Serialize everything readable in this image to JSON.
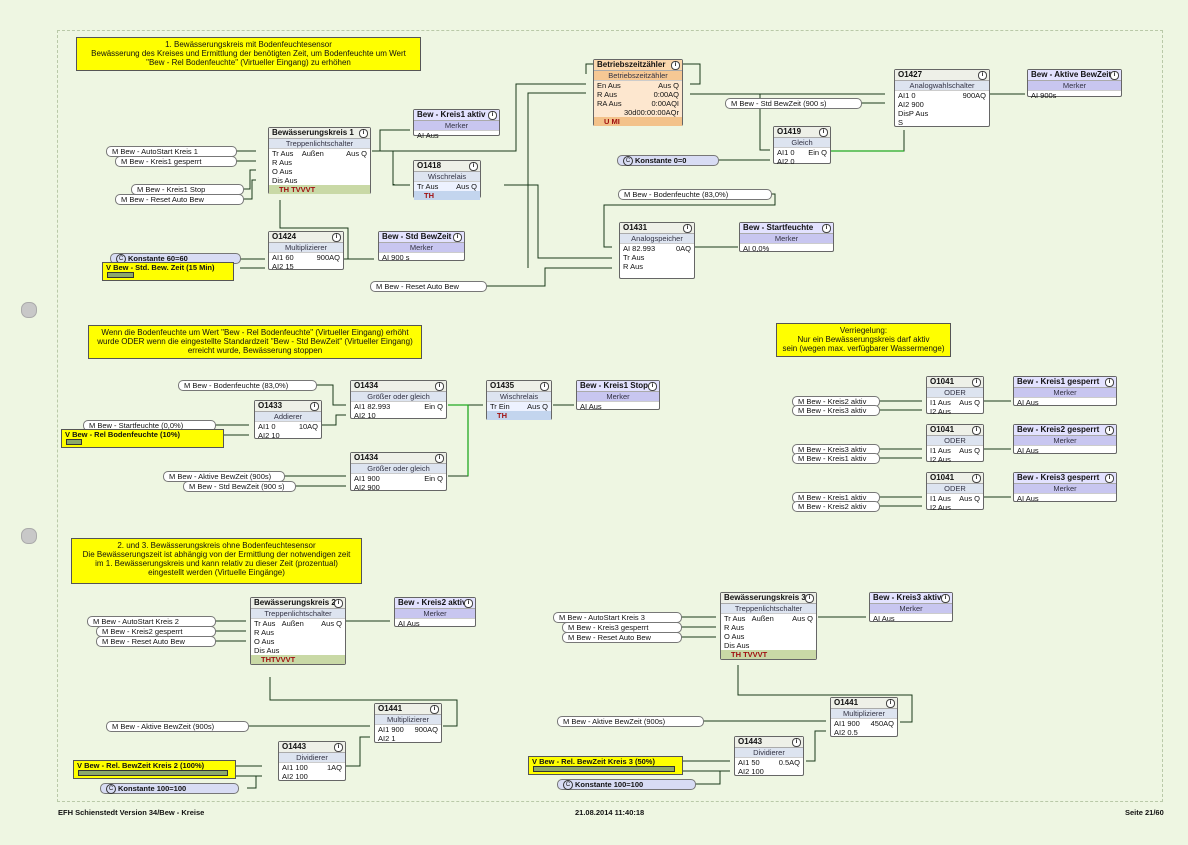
{
  "notes": {
    "n1": {
      "title": "1. Bewässerungskreis mit Bodenfeuchtesensor",
      "l2": "Bewässerung des Kreises und Ermittlung der benötigten Zeit, um Bodenfeuchte um Wert",
      "l3": "\"Bew - Rel Bodenfeuchte\" (Virtueller Eingang) zu erhöhen"
    },
    "n2": {
      "l1": "Wenn die Bodenfeuchte um Wert \"Bew - Rel Bodenfeuchte\" (Virtueller Eingang) erhöht",
      "l2": "wurde ODER wenn die eingestellte Standardzeit \"Bew - Std BewZeit\" (Virtueller Eingang)",
      "l3": "erreicht wurde, Bewässerung stoppen"
    },
    "n3": {
      "l1": "Verriegelung:",
      "l2": "Nur ein Bewässerungskreis darf aktiv",
      "l3": "sein (wegen max. verfügbarer Wassermenge)"
    },
    "n4": {
      "title": "2. und 3. Bewässerungskreis ohne Bodenfeuchtesensor",
      "l2": "Die Bewässerungszeit ist abhängig von der Ermittlung der notwendigen zeit",
      "l3": "im 1. Bewässerungskreis und kann relativ zu dieser Zeit (prozentual)",
      "l4": "eingestellt werden (Virtuelle Eingänge)"
    }
  },
  "inputs": {
    "autostart1": "M  Bew - AutoStart Kreis 1",
    "kreis1gesperrt": "M  Bew - Kreis1 gesperrt",
    "kreis1stop": "M  Bew - Kreis1 Stop",
    "resetauto1": "M  Bew - Reset Auto Bew",
    "konst6060": "Konstante 60=60",
    "stdbewzeit15": "V  Bew - Std. Bew. Zeit (15 Min)",
    "stdbewzeit900a": "M  Bew - Std BewZeit (900 s)",
    "konst00": "Konstante 0=0",
    "bodenfeuchte1": "M  Bew - Bodenfeuchte (83,0%)",
    "resetauto2": "M  Bew - Reset Auto Bew",
    "bodenfeuchte2": "M  Bew - Bodenfeuchte (83,0%)",
    "startfeuchte": "M  Bew - Startfeuchte (0,0%)",
    "relbodenfeuchte": "V  Bew - Rel Bodenfeuchte (10%)",
    "aktivebewzeit1": "M  Bew - Aktive BewZeit (900s)",
    "stdbewzeit900b": "M  Bew - Std BewZeit (900 s)",
    "k2aktiv_a": "M  Bew - Kreis2 aktiv",
    "k3aktiv_a": "M  Bew - Kreis3 aktiv",
    "k3aktiv_b": "M  Bew - Kreis3 aktiv",
    "k1aktiv_b": "M  Bew - Kreis1 aktiv",
    "k1aktiv_c": "M  Bew - Kreis1 aktiv",
    "k2aktiv_c": "M  Bew - Kreis2 aktiv",
    "autostart2": "M  Bew - AutoStart Kreis 2",
    "kreis2gesperrt": "M  Bew - Kreis2 gesperrt",
    "resetauto3": "M  Bew - Reset Auto Bew",
    "aktivebewzeit2": "M  Bew - Aktive BewZeit (900s)",
    "relbewzeit2": "V  Bew - Rel. BewZeit Kreis 2 (100%)",
    "konst100a": "Konstante 100=100",
    "autostart3": "M  Bew - AutoStart Kreis 3",
    "kreis3gesperrt": "M  Bew - Kreis3 gesperrt",
    "resetauto4": "M  Bew - Reset Auto Bew",
    "aktivebewzeit3": "M  Bew - Aktive BewZeit (900s)",
    "relbewzeit3": "V  Bew - Rel. BewZeit Kreis 3 (50%)",
    "konst100b": "Konstante 100=100"
  },
  "blocks": {
    "bk1": {
      "title": "Bewässerungskreis 1",
      "sub": "Treppenlichtschalter",
      "r1": "Tr Aus",
      "r1m": "Außen",
      "r1o": "Aus Q",
      "r2": "R Aus",
      "r3": "O Aus",
      "r4": "Dis Aus",
      "ft": "TH TVVVT"
    },
    "k1aktiv": {
      "title": "Bew - Kreis1 aktiv",
      "sub": "Merker",
      "r1": "AI Aus"
    },
    "o1418": {
      "title": "O1418",
      "sub": "Wischrelais",
      "r1": "Tr Aus",
      "r1o": "Aus Q",
      "ft": "TH"
    },
    "bz": {
      "title": "Betriebszeitzähler",
      "sub": "Betriebszeitzähler",
      "r1": "En Aus",
      "r1o": "Aus Q",
      "r2": "R Aus",
      "r2o": "0:00AQ",
      "r3": "RA Aus",
      "r3o": "0:00AQI",
      "r4o": "30d00:00:00AQr",
      "ft": "U  MI"
    },
    "o1427": {
      "title": "O1427",
      "sub": "Analogwahlschalter",
      "r1": "AI1 0",
      "r1o": "900AQ",
      "r2": "AI2 900",
      "r3": "DisP Aus",
      "r4": "S"
    },
    "aktivbz": {
      "title": "Bew - Aktive BewZeit",
      "sub": "Merker",
      "r1": "AI 900s"
    },
    "o1419": {
      "title": "O1419",
      "sub": "Gleich",
      "r1": "AI1 0",
      "r1o": "Ein Q",
      "r2": "AI2 0"
    },
    "o1424": {
      "title": "O1424",
      "sub": "Multiplizierer",
      "r1": "AI1 60",
      "r1o": "900AQ",
      "r2": "AI2 15"
    },
    "stdbz": {
      "title": "Bew - Std BewZeit",
      "sub": "Merker",
      "r1": "AI 900 s"
    },
    "o1431": {
      "title": "O1431",
      "sub": "Analogspeicher",
      "r1": "AI 82.993",
      "r1o": "0AQ",
      "r2": "Tr Aus",
      "r3": "R Aus"
    },
    "startf": {
      "title": "Bew - Startfeuchte",
      "sub": "Merker",
      "r1": "AI 0,0%"
    },
    "o1434a": {
      "title": "O1434",
      "sub": "Größer oder gleich",
      "r1": "AI1 82.993",
      "r1o": "Ein Q",
      "r2": "AI2 10"
    },
    "o1433": {
      "title": "O1433",
      "sub": "Addierer",
      "r1": "AI1 0",
      "r1o": "10AQ",
      "r2": "AI2 10"
    },
    "o1434b": {
      "title": "O1434",
      "sub": "Größer oder gleich",
      "r1": "AI1 900",
      "r1o": "Ein Q",
      "r2": "AI2 900"
    },
    "o1435": {
      "title": "O1435",
      "sub": "Wischrelais",
      "r1": "Tr Ein",
      "r1o": "Aus Q",
      "ft": "TH"
    },
    "k1stop": {
      "title": "Bew - Kreis1 Stop",
      "sub": "Merker",
      "r1": "AI Aus"
    },
    "oder1": {
      "title": "O1041",
      "sub": "ODER",
      "r1": "I1 Aus",
      "r1o": "Aus Q",
      "r2": "I2 Aus"
    },
    "k1gesp": {
      "title": "Bew - Kreis1 gesperrt",
      "sub": "Merker",
      "r1": "AI Aus"
    },
    "oder2": {
      "title": "O1041",
      "sub": "ODER",
      "r1": "I1 Aus",
      "r1o": "Aus Q",
      "r2": "I2 Aus"
    },
    "k2gesp": {
      "title": "Bew - Kreis2 gesperrt",
      "sub": "Merker",
      "r1": "AI Aus"
    },
    "oder3": {
      "title": "O1041",
      "sub": "ODER",
      "r1": "I1 Aus",
      "r1o": "Aus Q",
      "r2": "I2 Aus"
    },
    "k3gesp": {
      "title": "Bew - Kreis3 gesperrt",
      "sub": "Merker",
      "r1": "AI Aus"
    },
    "bk2": {
      "title": "Bewässerungskreis 2",
      "sub": "Treppenlichtschalter",
      "r1": "Tr Aus",
      "r1m": "Außen",
      "r1o": "Aus Q",
      "r2": "R Aus",
      "r3": "O Aus",
      "r4": "Dis Aus",
      "ft": "THTVVVT"
    },
    "k2aktiv": {
      "title": "Bew - Kreis2 aktiv",
      "sub": "Merker",
      "r1": "AI Aus"
    },
    "o1441a": {
      "title": "O1441",
      "sub": "Multiplizierer",
      "r1": "AI1 900",
      "r1o": "900AQ",
      "r2": "AI2 1"
    },
    "o1443a": {
      "title": "O1443",
      "sub": "Dividierer",
      "r1": "AI1 100",
      "r1o": "1AQ",
      "r2": "AI2 100"
    },
    "bk3": {
      "title": "Bewässerungskreis 3",
      "sub": "Treppenlichtschalter",
      "r1": "Tr Aus",
      "r1m": "Außen",
      "r1o": "Aus Q",
      "r2": "R Aus",
      "r3": "O Aus",
      "r4": "Dis Aus",
      "ft": "TH TVVVT"
    },
    "k3aktiv": {
      "title": "Bew - Kreis3 aktiv",
      "sub": "Merker",
      "r1": "AI Aus"
    },
    "o1441b": {
      "title": "O1441",
      "sub": "Multiplizierer",
      "r1": "AI1 900",
      "r1o": "450AQ",
      "r2": "AI2 0.5"
    },
    "o1443b": {
      "title": "O1443",
      "sub": "Dividierer",
      "r1": "AI1 50",
      "r1o": "0.5AQ",
      "r2": "AI2 100"
    }
  },
  "footer": {
    "left": "EFH Schienstedt Version 34/Bew - Kreise",
    "center": "21.08.2014 11:40:18",
    "right": "Seite 21/60"
  }
}
